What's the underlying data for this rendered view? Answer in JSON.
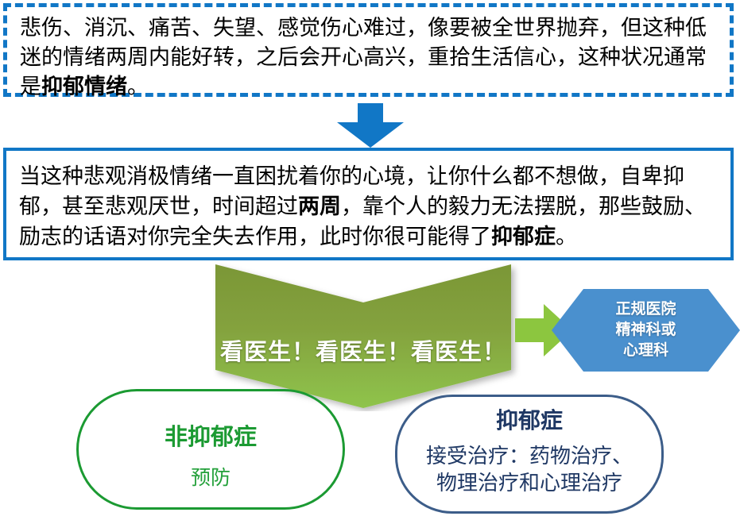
{
  "colors": {
    "blue_border": "#1177C6",
    "blue_arrow": "#1177C6",
    "chevron_green_dark": "#7C9A39",
    "chevron_green_light": "#8DC24A",
    "small_arrow_green": "#8CC63F",
    "hexagon_blue": "#4A90CE",
    "pill_green_border": "#1B9A32",
    "pill_green_text": "#1B9A32",
    "pill_blue_border": "#3C5D89",
    "pill_blue_text": "#1F3864",
    "body_text": "#000000"
  },
  "box_mood": {
    "text_before": "悲伤、消沉、痛苦、失望、感觉伤心难过，像要被全世界抛弃，但这种低迷的情绪两周内能好转，之后会开心高兴，重拾生活信心，这种状况通常是",
    "emphasis": "抑郁情绪",
    "text_after": "。"
  },
  "arrow_down": {
    "icon": "arrow-down-icon"
  },
  "box_disorder": {
    "text_part1": "当这种悲观消极情绪一直困扰着你的心境，让你什么都不想做，自卑抑郁，甚至悲观厌世，时间超过",
    "emphasis1": "两周",
    "text_part2": "，靠个人的毅力无法摆脱，那些鼓励、励志的话语对你完全失去作用，此时你很可能得了",
    "emphasis2": "抑郁症",
    "text_part3": "。"
  },
  "chevron": {
    "label": "看医生！看医生！看医生！",
    "icon": "chevron-down-banner"
  },
  "green_arrow": {
    "icon": "arrow-right-icon"
  },
  "hexagon": {
    "label": "正规医院\n精神科或\n心理科",
    "icon": "hexagon-shape"
  },
  "pill_non_depression": {
    "title": "非抑郁症",
    "subtitle": "预防"
  },
  "pill_depression": {
    "title": "抑郁症",
    "subtitle": "接受治疗：药物治疗、\n物理治疗和心理治疗"
  }
}
